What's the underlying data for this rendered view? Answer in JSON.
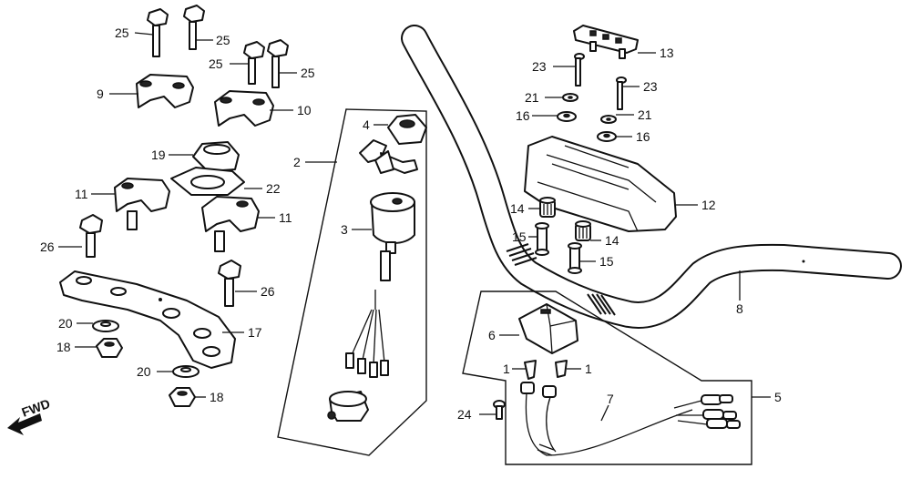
{
  "diagram": {
    "labels": {
      "p1a": "1",
      "p1b": "1",
      "p2": "2",
      "p3": "3",
      "p4": "4",
      "p5": "5",
      "p6": "6",
      "p7": "7",
      "p8": "8",
      "p9": "9",
      "p10": "10",
      "p11a": "11",
      "p11b": "11",
      "p12": "12",
      "p13": "13",
      "p14a": "14",
      "p14b": "14",
      "p15a": "15",
      "p15b": "15",
      "p16a": "16",
      "p16b": "16",
      "p17": "17",
      "p18a": "18",
      "p18b": "18",
      "p19": "19",
      "p20a": "20",
      "p20b": "20",
      "p21a": "21",
      "p21b": "21",
      "p22": "22",
      "p23a": "23",
      "p23b": "23",
      "p24": "24",
      "p25a": "25",
      "p25b": "25",
      "p25c": "25",
      "p25d": "25",
      "p26a": "26",
      "p26b": "26"
    },
    "direction_label": "FWD"
  }
}
